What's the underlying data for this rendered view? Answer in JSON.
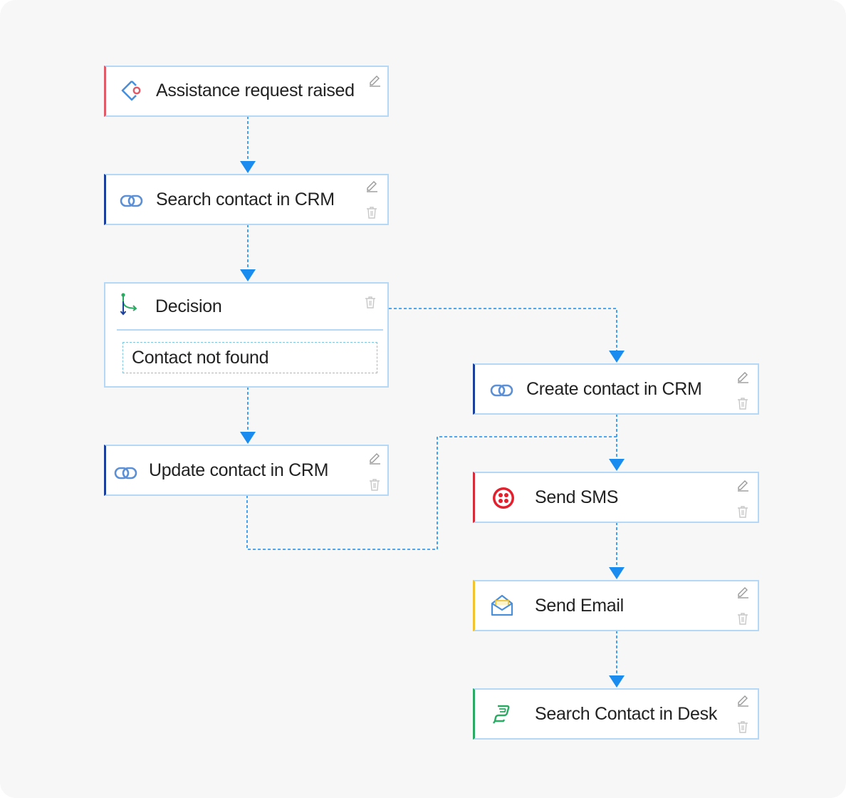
{
  "nodes": {
    "trigger": {
      "label": "Assistance request raised",
      "icon": "zoho-assist-icon"
    },
    "search_crm": {
      "label": "Search contact in CRM",
      "icon": "crm-link-icon"
    },
    "decision": {
      "label": "Decision",
      "icon": "branch-icon",
      "branch_label": "Contact not found"
    },
    "update_crm": {
      "label": "Update contact in CRM",
      "icon": "crm-link-icon"
    },
    "create_crm": {
      "label": "Create contact in CRM",
      "icon": "crm-link-icon"
    },
    "send_sms": {
      "label": "Send SMS",
      "icon": "twilio-icon"
    },
    "send_email": {
      "label": "Send Email",
      "icon": "email-icon"
    },
    "search_desk": {
      "label": "Search Contact in Desk",
      "icon": "desk-icon"
    }
  },
  "colors": {
    "border": "#b6d8f7",
    "connector": "#1a8cf0",
    "accent_trigger": "#e05b68",
    "accent_crm": "#1b3f9b",
    "accent_sms": "#d62c3a",
    "accent_email": "#f2c230",
    "accent_desk": "#2aaa63"
  }
}
